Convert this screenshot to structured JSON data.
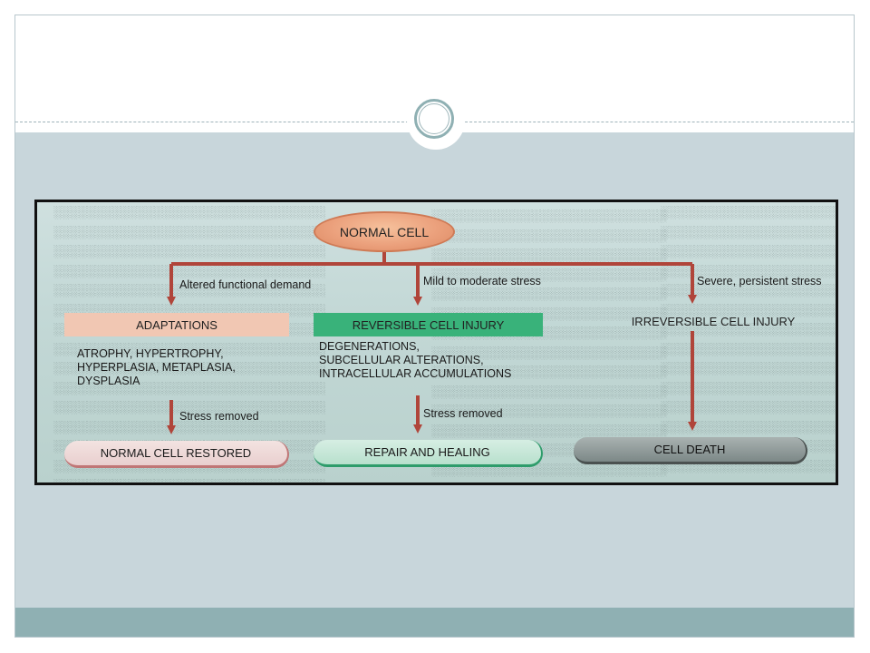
{
  "diagram": {
    "top_node": "NORMAL CELL",
    "branch_labels": {
      "left": "Altered functional demand",
      "middle": "Mild to moderate stress",
      "right": "Severe, persistent stress"
    },
    "columns": [
      {
        "heading": "ADAPTATIONS",
        "items": [
          "ATROPHY, HYPERTROPHY,",
          "HYPERPLASIA, METAPLASIA,",
          "DYSPLASIA"
        ],
        "transition": "Stress removed",
        "outcome": "NORMAL CELL RESTORED"
      },
      {
        "heading": "REVERSIBLE CELL INJURY",
        "items": [
          "DEGENERATIONS,",
          "SUBCELLULAR ALTERATIONS,",
          "INTRACELLULAR ACCUMULATIONS"
        ],
        "transition": "Stress removed",
        "outcome": "REPAIR AND HEALING"
      },
      {
        "heading": "IRREVERSIBLE CELL INJURY",
        "items": [],
        "transition": "",
        "outcome": "CELL DEATH"
      }
    ],
    "colors": {
      "arrow": "#b0453a",
      "top_node": "#eba07c",
      "adaptations": "#f1c7b3",
      "reversible": "#39b27a",
      "cell_death": "#7c8887"
    }
  }
}
